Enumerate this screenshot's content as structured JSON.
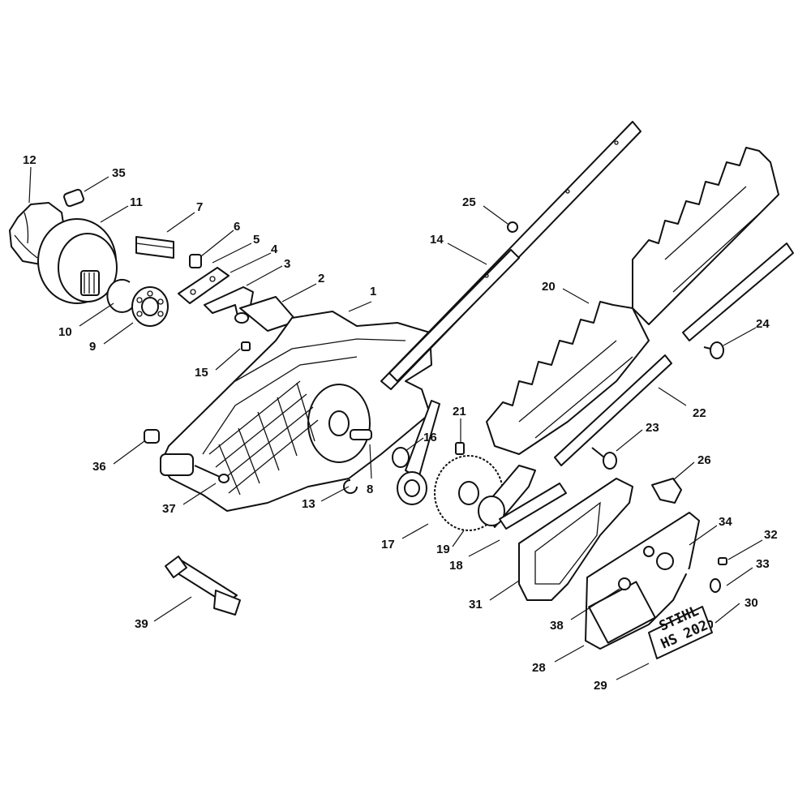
{
  "callouts": [
    {
      "id": "1",
      "label": "1"
    },
    {
      "id": "2",
      "label": "2"
    },
    {
      "id": "3",
      "label": "3"
    },
    {
      "id": "4",
      "label": "4"
    },
    {
      "id": "5",
      "label": "5"
    },
    {
      "id": "6",
      "label": "6"
    },
    {
      "id": "7",
      "label": "7"
    },
    {
      "id": "8",
      "label": "8"
    },
    {
      "id": "9",
      "label": "9"
    },
    {
      "id": "10",
      "label": "10"
    },
    {
      "id": "11",
      "label": "11"
    },
    {
      "id": "12",
      "label": "12"
    },
    {
      "id": "13",
      "label": "13"
    },
    {
      "id": "14",
      "label": "14"
    },
    {
      "id": "15",
      "label": "15"
    },
    {
      "id": "16",
      "label": "16"
    },
    {
      "id": "17",
      "label": "17"
    },
    {
      "id": "18",
      "label": "18"
    },
    {
      "id": "19",
      "label": "19"
    },
    {
      "id": "20",
      "label": "20"
    },
    {
      "id": "21",
      "label": "21"
    },
    {
      "id": "22",
      "label": "22"
    },
    {
      "id": "23",
      "label": "23"
    },
    {
      "id": "24",
      "label": "24"
    },
    {
      "id": "25",
      "label": "25"
    },
    {
      "id": "26",
      "label": "26"
    },
    {
      "id": "28",
      "label": "28"
    },
    {
      "id": "29",
      "label": "29"
    },
    {
      "id": "30",
      "label": "30"
    },
    {
      "id": "31",
      "label": "31"
    },
    {
      "id": "32",
      "label": "32"
    },
    {
      "id": "33",
      "label": "33"
    },
    {
      "id": "34",
      "label": "34"
    },
    {
      "id": "35",
      "label": "35"
    },
    {
      "id": "36",
      "label": "36"
    },
    {
      "id": "37",
      "label": "37"
    },
    {
      "id": "38",
      "label": "38"
    },
    {
      "id": "39",
      "label": "39"
    }
  ],
  "nameplate": {
    "line1": "STIHL",
    "line2": "HS 202"
  },
  "colors": {
    "ink": "#111111",
    "paper": "#ffffff"
  }
}
